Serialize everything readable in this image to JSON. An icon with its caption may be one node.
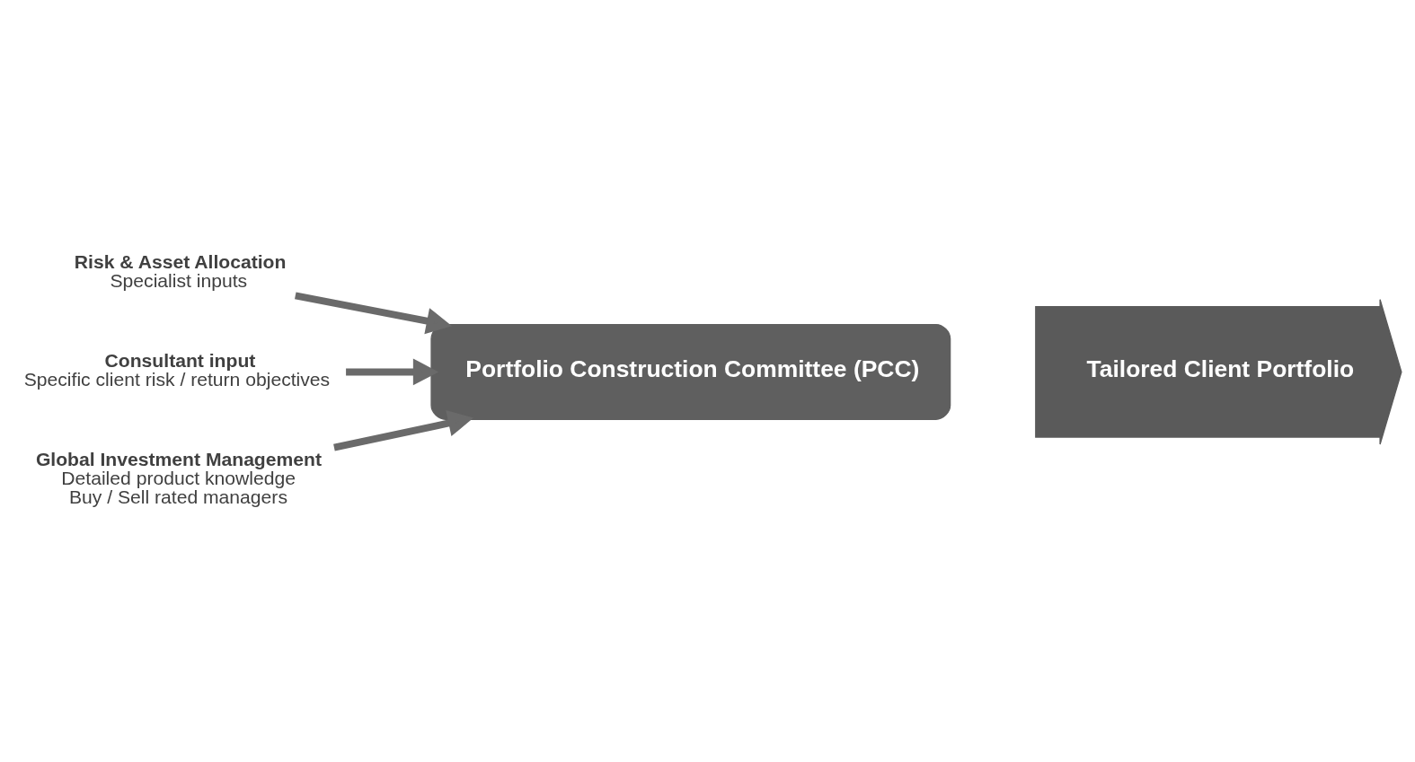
{
  "diagram": {
    "nodes": [
      {
        "text": [
          "Risk & Asset Allocation",
          "Specialist inputs"
        ]
      },
      {
        "text": [
          "Consultant input",
          "Specific client risk / return objectives"
        ]
      },
      {
        "text": [
          "Portfolio Construction Committee (PCC)"
        ]
      },
      {
        "text": [
          "Global Investment Management",
          "Detailed product knowledge",
          "Buy / Sell rated managers"
        ]
      },
      {
        "text": [
          "Tailored Client Portfolio"
        ]
      }
    ],
    "edges": [
      {
        "from": 0,
        "to": 2,
        "arrow": "to"
      },
      {
        "from": 1,
        "to": 2,
        "arrow": "to"
      },
      {
        "from": 3,
        "to": 2,
        "arrow": "to"
      }
    ]
  }
}
